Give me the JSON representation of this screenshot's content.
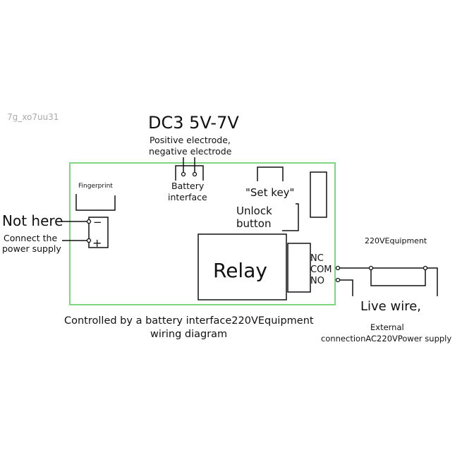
{
  "watermark": "7g_xo7uu31",
  "voltage_title": "DC3 5V-7V",
  "electrode_line1": "Positive electrode,",
  "electrode_line2": "negative electrode",
  "fingerprint_label": "Fingerprint",
  "battery_line1": "Battery",
  "battery_line2": "interface",
  "set_key_label": "\"Set key\"",
  "unlock_line1": "Unlock",
  "unlock_line2": "button",
  "not_here": "Not here",
  "connect_line1": "Connect the",
  "connect_line2": "power supply",
  "minus_sign": "−",
  "plus_sign": "+",
  "relay_label": "Relay",
  "terminals": [
    "NC",
    "COM",
    "NO"
  ],
  "equipment_label": "220VEquipment",
  "live_wire": "Live wire,",
  "external_line1": "External",
  "external_line2": "connectionAC220VPower supply",
  "caption_line1": "Controlled by a battery interface220VEquipment",
  "caption_line2": "wiring diagram",
  "colors": {
    "board_border": "#7fd67f",
    "watermark": "#aaaaaa"
  }
}
